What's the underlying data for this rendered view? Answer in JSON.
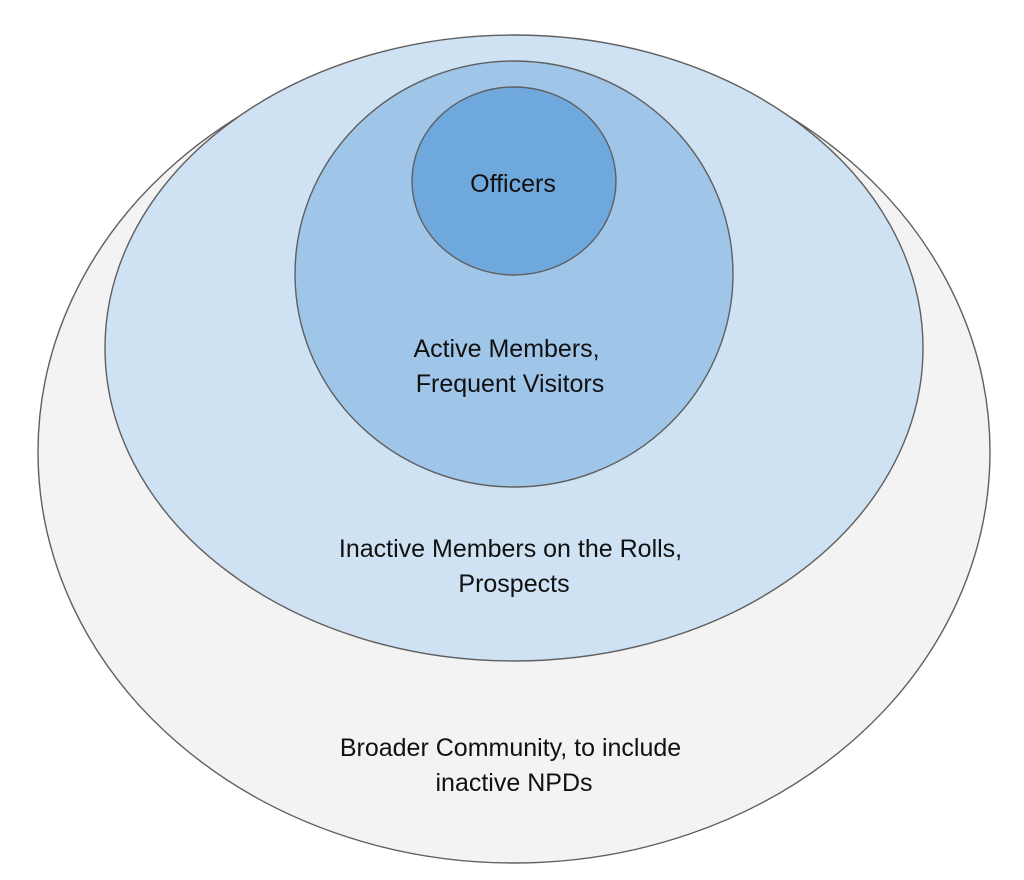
{
  "diagram": {
    "type": "nested-circles",
    "rings": [
      {
        "id": "broader",
        "lines": [
          "Broader Community, to include",
          "inactive NPDs"
        ],
        "fill": "#f3f3f3"
      },
      {
        "id": "inactive",
        "lines": [
          "Inactive Members on the Rolls,",
          "Prospects"
        ],
        "fill": "#cfe2f3"
      },
      {
        "id": "active",
        "lines": [
          "Active Members,",
          "Frequent Visitors"
        ],
        "fill": "#9fc5e8"
      },
      {
        "id": "officers",
        "lines": [
          "Officers"
        ],
        "fill": "#6fa8dc"
      }
    ],
    "stroke_color": "#5f5f5f"
  }
}
